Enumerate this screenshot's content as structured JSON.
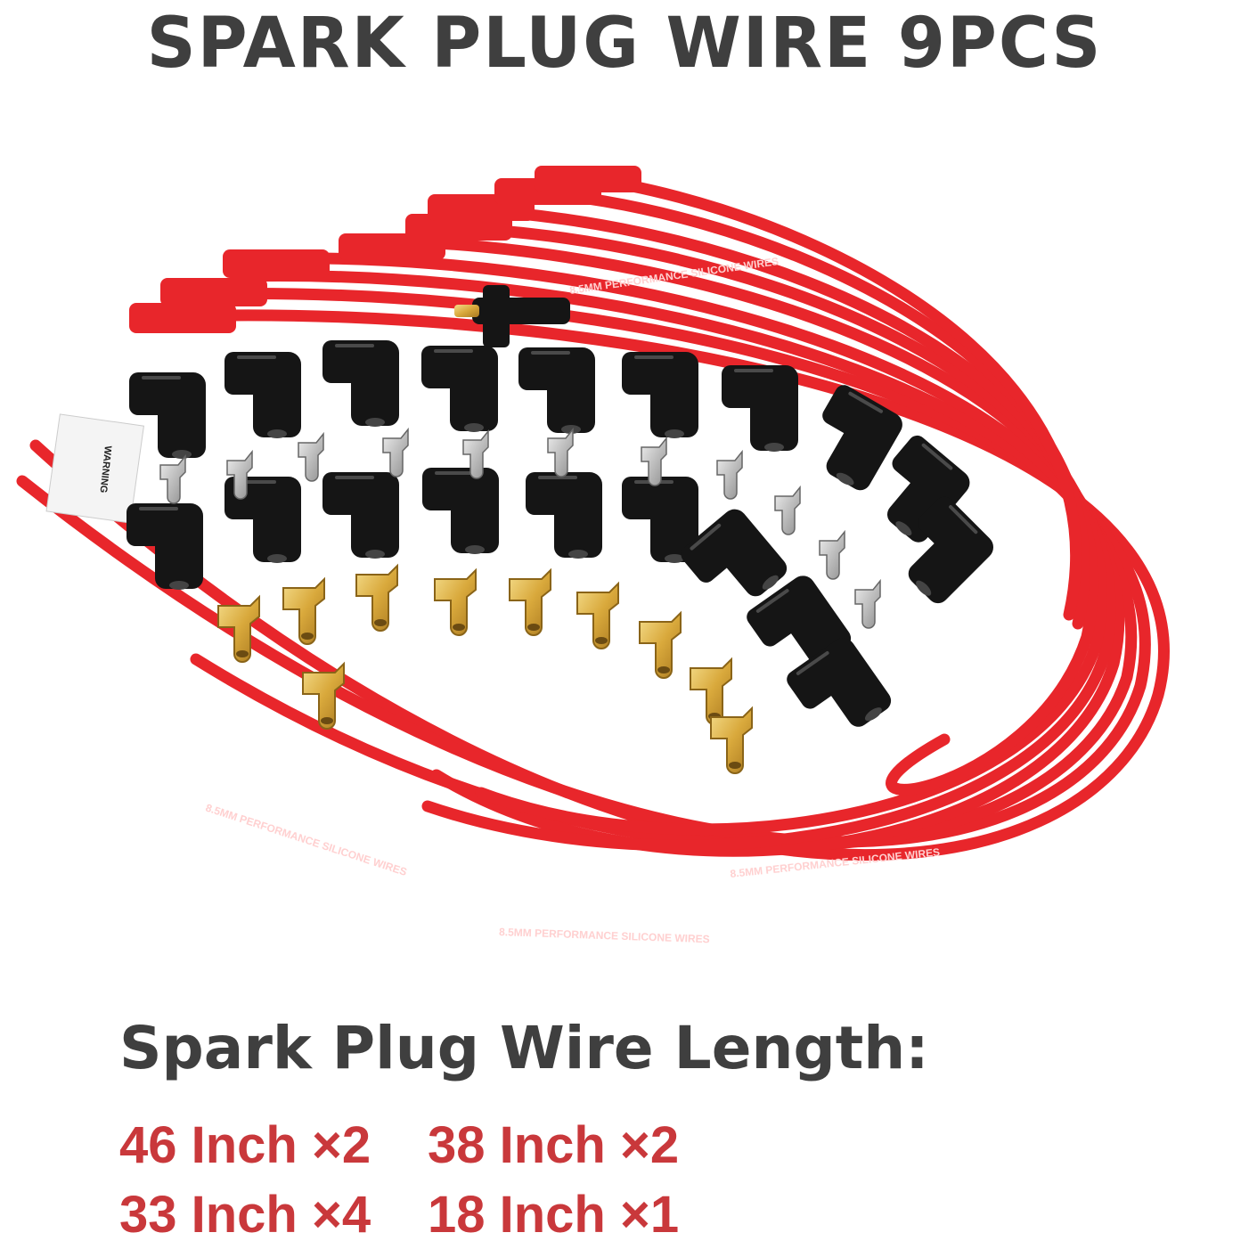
{
  "title": "SPARK PLUG WIRE 9PCS",
  "wire_print": "8.5MM PERFORMANCE SILICONE WIRES",
  "warning_label": "WARNING",
  "length_heading": "Spark Plug Wire Length:",
  "lengths": [
    {
      "text": "46 Inch ×2"
    },
    {
      "text": "38 Inch ×2"
    },
    {
      "text": "33 Inch ×4"
    },
    {
      "text": "18 Inch ×1"
    }
  ],
  "colors": {
    "wire": "#e8262b",
    "boot": "#151515",
    "terminal_gold": "#d9b24a",
    "terminal_silver": "#b8b8b8",
    "title_text": "#3f3f3f",
    "length_text": "#c9383b"
  }
}
